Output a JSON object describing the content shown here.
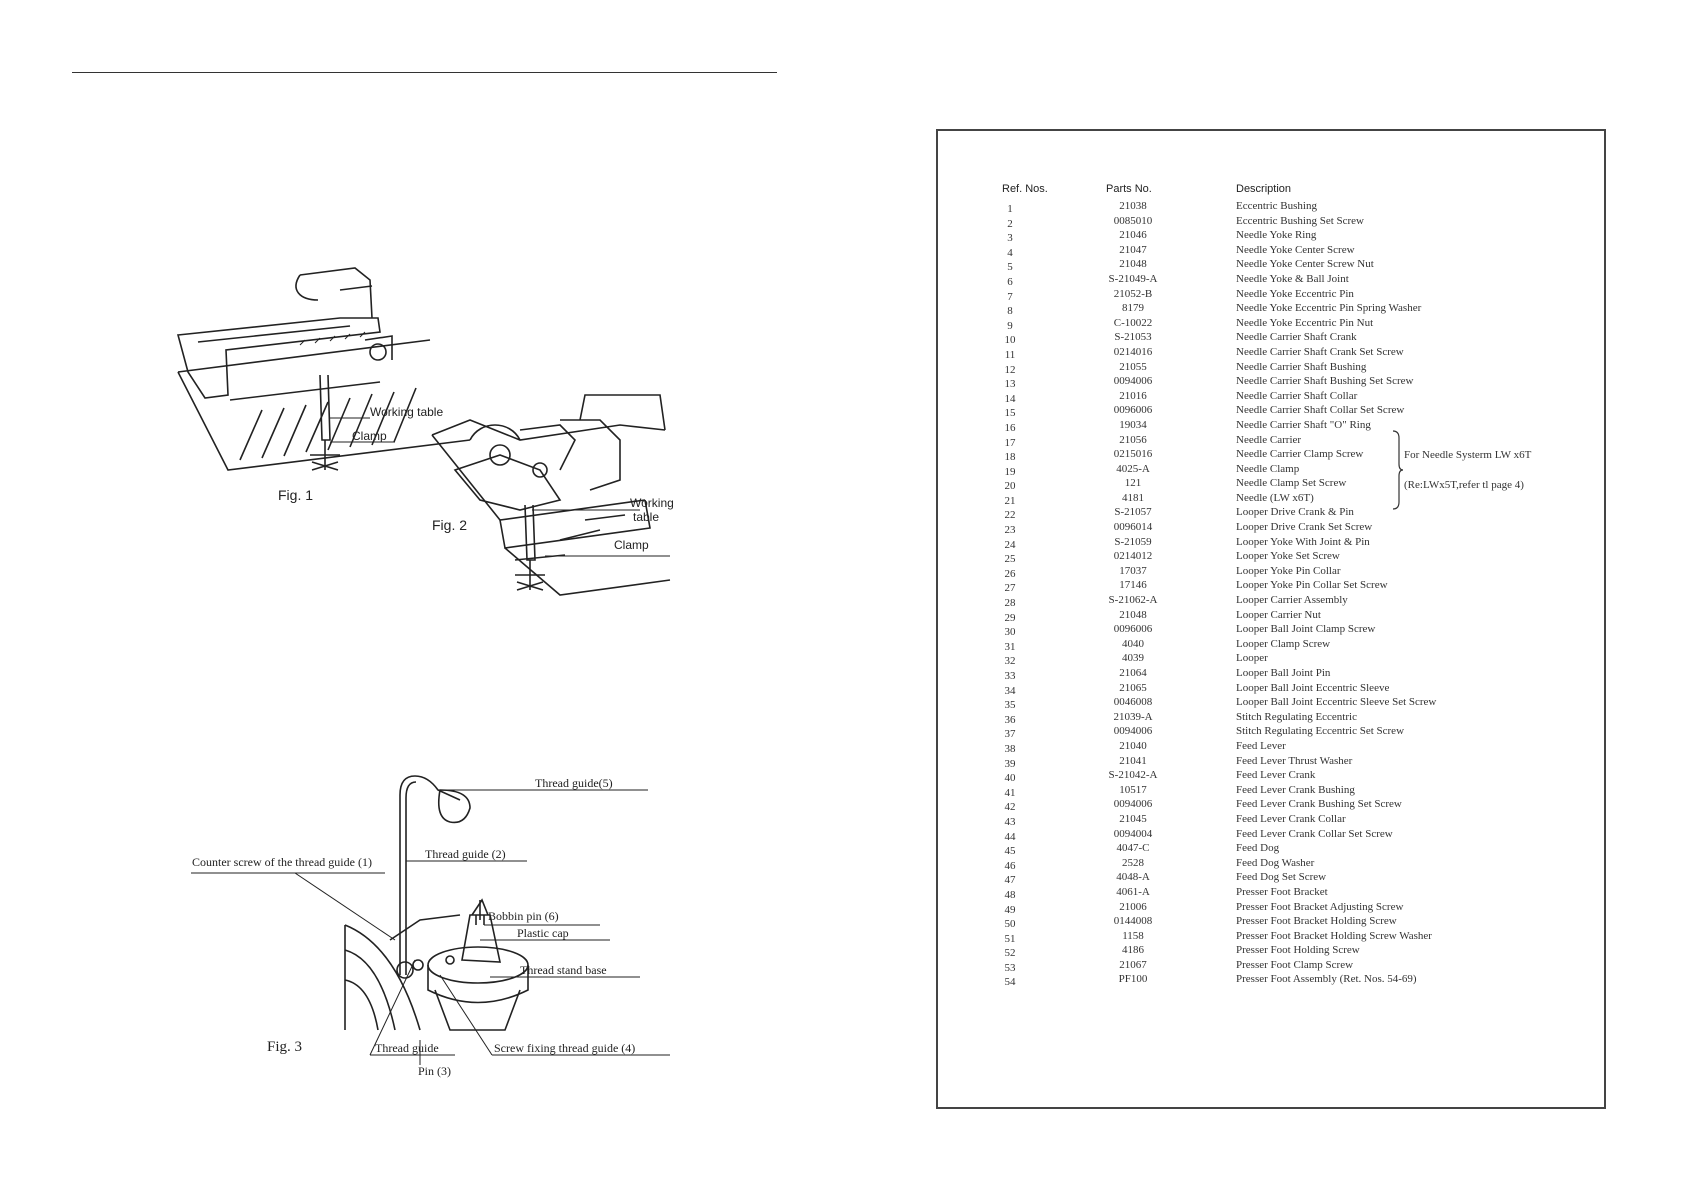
{
  "figures": {
    "fig1": {
      "caption": "Fig. 1",
      "label_table": "Working table",
      "label_clamp": "Clamp"
    },
    "fig2": {
      "caption": "Fig. 2",
      "label_table_1": "Working",
      "label_table_2": "table",
      "label_clamp": "Clamp"
    },
    "fig3": {
      "caption": "Fig. 3",
      "labels": {
        "thread_guide_5": "Thread guide(5)",
        "counter_screw": "Counter screw of the thread guide (1)",
        "thread_guide_2": "Thread guide (2)",
        "bobbin_pin": "Bobbin pin (6)",
        "plastic_cap": "Plastic cap",
        "thread_stand_base": "Thread stand base",
        "thread_guide": "Thread guide",
        "screw_fixing": "Screw fixing thread guide (4)",
        "pin_3": "Pin (3)"
      }
    }
  },
  "parts_list": {
    "headers": {
      "ref": "Ref. Nos.",
      "part": "Parts No.",
      "desc": "Description"
    },
    "rows": [
      {
        "ref": "1",
        "part": "21038",
        "desc": "Eccentric Bushing"
      },
      {
        "ref": "2",
        "part": "0085010",
        "desc": "Eccentric Bushing Set Screw"
      },
      {
        "ref": "3",
        "part": "21046",
        "desc": "Needle Yoke Ring"
      },
      {
        "ref": "4",
        "part": "21047",
        "desc": "Needle Yoke Center Screw"
      },
      {
        "ref": "5",
        "part": "21048",
        "desc": "Needle Yoke Center Screw Nut"
      },
      {
        "ref": "6",
        "part": "S-21049-A",
        "desc": "Needle Yoke & Ball Joint"
      },
      {
        "ref": "7",
        "part": "21052-B",
        "desc": "Needle Yoke Eccentric Pin"
      },
      {
        "ref": "8",
        "part": "8179",
        "desc": "Needle Yoke Eccentric Pin Spring Washer"
      },
      {
        "ref": "9",
        "part": "C-10022",
        "desc": "Needle Yoke Eccentric Pin Nut"
      },
      {
        "ref": "10",
        "part": "S-21053",
        "desc": "Needle Carrier Shaft Crank"
      },
      {
        "ref": "11",
        "part": "0214016",
        "desc": "Needle Carrier Shaft Crank Set Screw"
      },
      {
        "ref": "12",
        "part": "21055",
        "desc": "Needle Carrier Shaft Bushing"
      },
      {
        "ref": "13",
        "part": "0094006",
        "desc": "Needle Carrier Shaft Bushing Set Screw"
      },
      {
        "ref": "14",
        "part": "21016",
        "desc": "Needle Carrier Shaft Collar"
      },
      {
        "ref": "15",
        "part": "0096006",
        "desc": "Needle Carrier Shaft Collar Set Screw"
      },
      {
        "ref": "16",
        "part": "19034",
        "desc": "Needle Carrier Shaft \"O\" Ring"
      },
      {
        "ref": "17",
        "part": "21056",
        "desc": "Needle Carrier"
      },
      {
        "ref": "18",
        "part": "0215016",
        "desc": "Needle Carrier Clamp Screw"
      },
      {
        "ref": "19",
        "part": "4025-A",
        "desc": "Needle Clamp"
      },
      {
        "ref": "20",
        "part": "121",
        "desc": "Needle Clamp Set Screw"
      },
      {
        "ref": "21",
        "part": "4181",
        "desc": "Needle (LW x6T)"
      },
      {
        "ref": "22",
        "part": "S-21057",
        "desc": "Looper Drive Crank & Pin"
      },
      {
        "ref": "23",
        "part": "0096014",
        "desc": "Looper Drive Crank Set Screw"
      },
      {
        "ref": "24",
        "part": "S-21059",
        "desc": "Looper Yoke With Joint & Pin"
      },
      {
        "ref": "25",
        "part": "0214012",
        "desc": "Looper Yoke Set Screw"
      },
      {
        "ref": "26",
        "part": "17037",
        "desc": "Looper Yoke Pin Collar"
      },
      {
        "ref": "27",
        "part": "17146",
        "desc": "Looper Yoke Pin Collar Set Screw"
      },
      {
        "ref": "28",
        "part": "S-21062-A",
        "desc": "Looper Carrier Assembly"
      },
      {
        "ref": "29",
        "part": "21048",
        "desc": "Looper Carrier Nut"
      },
      {
        "ref": "30",
        "part": "0096006",
        "desc": "Looper Ball Joint Clamp Screw"
      },
      {
        "ref": "31",
        "part": "4040",
        "desc": "Looper Clamp Screw"
      },
      {
        "ref": "32",
        "part": "4039",
        "desc": "Looper"
      },
      {
        "ref": "33",
        "part": "21064",
        "desc": "Looper Ball Joint Pin"
      },
      {
        "ref": "34",
        "part": "21065",
        "desc": "Looper Ball Joint Eccentric Sleeve"
      },
      {
        "ref": "35",
        "part": "0046008",
        "desc": "Looper Ball Joint Eccentric Sleeve Set Screw"
      },
      {
        "ref": "36",
        "part": "21039-A",
        "desc": "Stitch Regulating Eccentric"
      },
      {
        "ref": "37",
        "part": "0094006",
        "desc": "Stitch Regulating Eccentric Set Screw"
      },
      {
        "ref": "38",
        "part": "21040",
        "desc": "Feed Lever"
      },
      {
        "ref": "39",
        "part": "21041",
        "desc": "Feed Lever Thrust Washer"
      },
      {
        "ref": "40",
        "part": "S-21042-A",
        "desc": "Feed Lever Crank"
      },
      {
        "ref": "41",
        "part": "10517",
        "desc": "Feed Lever Crank Bushing"
      },
      {
        "ref": "42",
        "part": "0094006",
        "desc": "Feed Lever Crank Bushing Set Screw"
      },
      {
        "ref": "43",
        "part": "21045",
        "desc": "Feed Lever Crank Collar"
      },
      {
        "ref": "44",
        "part": "0094004",
        "desc": "Feed Lever Crank Collar Set Screw"
      },
      {
        "ref": "45",
        "part": "4047-C",
        "desc": "Feed Dog"
      },
      {
        "ref": "46",
        "part": "2528",
        "desc": "Feed Dog Washer"
      },
      {
        "ref": "47",
        "part": "4048-A",
        "desc": "Feed Dog Set Screw"
      },
      {
        "ref": "48",
        "part": "4061-A",
        "desc": "Presser Foot Bracket"
      },
      {
        "ref": "49",
        "part": "21006",
        "desc": "Presser Foot Bracket Adjusting Screw"
      },
      {
        "ref": "50",
        "part": "0144008",
        "desc": "Presser Foot Bracket Holding Screw"
      },
      {
        "ref": "51",
        "part": "1158",
        "desc": "Presser Foot Bracket Holding Screw Washer"
      },
      {
        "ref": "52",
        "part": "4186",
        "desc": "Presser Foot Holding Screw"
      },
      {
        "ref": "53",
        "part": "21067",
        "desc": "Presser Foot Clamp Screw"
      },
      {
        "ref": "54",
        "part": "PF100",
        "desc": "Presser Foot Assembly (Ret. Nos. 54-69)"
      }
    ],
    "note_line1": "For Needle Systerm LW x6T",
    "note_line2": "(Re:LWx5T,refer tl page 4)"
  }
}
